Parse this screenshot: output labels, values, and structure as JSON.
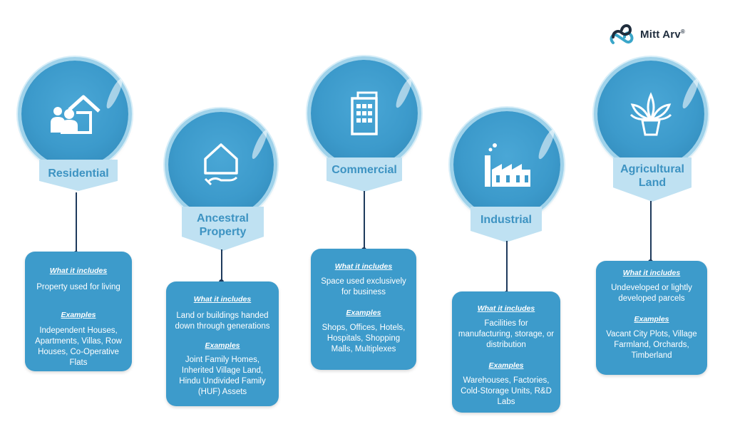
{
  "brand": {
    "name": "Mitt Arv",
    "reg": "®"
  },
  "categories": [
    {
      "title": "Residential",
      "icon": "family-home-icon",
      "includes_heading": "What it includes",
      "includes_text": "Property used for living",
      "examples_heading": "Examples",
      "examples_text": "Independent Houses, Apartments, Villas, Row Houses, Co-Operative Flats"
    },
    {
      "title": "Ancestral Property",
      "icon": "house-in-hand-icon",
      "includes_heading": "What it includes",
      "includes_text": "Land or buildings handed down through generations",
      "examples_heading": "Examples",
      "examples_text": "Joint Family Homes, Inherited Village Land, Hindu Undivided Family (HUF) Assets"
    },
    {
      "title": "Commercial",
      "icon": "office-building-icon",
      "includes_heading": "What it includes",
      "includes_text": "Space used exclusively for business",
      "examples_heading": "Examples",
      "examples_text": "Shops, Offices, Hotels, Hospitals, Shopping Malls, Multiplexes"
    },
    {
      "title": "Industrial",
      "icon": "factory-icon",
      "includes_heading": "What it includes",
      "includes_text": "Facilities for manufacturing, storage, or distribution",
      "examples_heading": "Examples",
      "examples_text": "Warehouses, Factories, Cold-Storage Units, R&D Labs"
    },
    {
      "title": "Agricultural Land",
      "icon": "potted-plant-icon",
      "includes_heading": "What it includes",
      "includes_text": "Undeveloped or lightly developed parcels",
      "examples_heading": "Examples",
      "examples_text": "Vacant City Plots, Village Farmland, Orchards, Timberland"
    }
  ]
}
